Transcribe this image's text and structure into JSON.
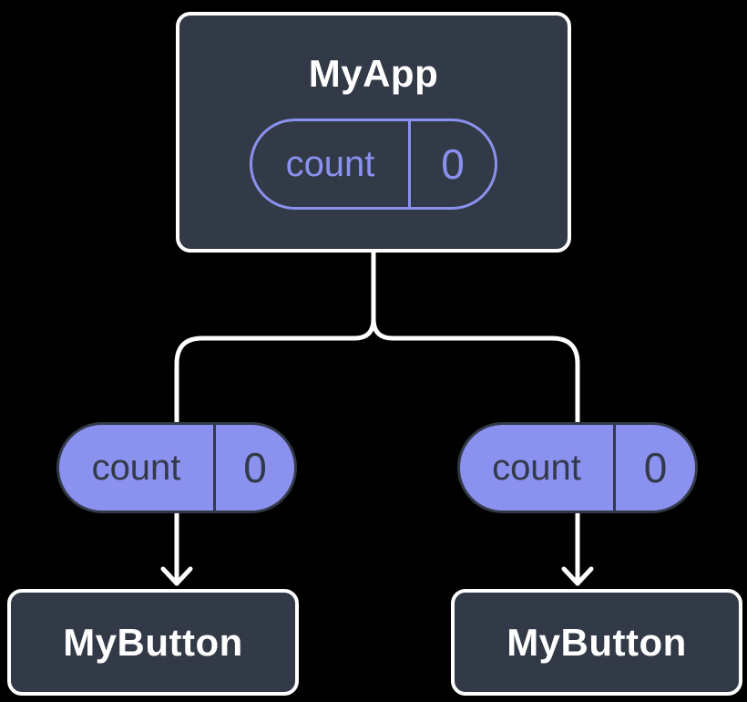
{
  "diagram": {
    "kind": "component-tree",
    "root": {
      "title": "MyApp",
      "state_pill": {
        "label": "count",
        "value": "0"
      }
    },
    "branches": [
      {
        "prop_pill": {
          "label": "count",
          "value": "0"
        },
        "child": {
          "title": "MyButton"
        }
      },
      {
        "prop_pill": {
          "label": "count",
          "value": "0"
        },
        "child": {
          "title": "MyButton"
        }
      }
    ]
  },
  "colors": {
    "background": "#000000",
    "node_fill": "#333A47",
    "node_border": "#FFFFFF",
    "node_text": "#FFFFFF",
    "accent_purple": "#8A91EE",
    "pill_dark": "#333A47",
    "connector": "#FFFFFF"
  }
}
